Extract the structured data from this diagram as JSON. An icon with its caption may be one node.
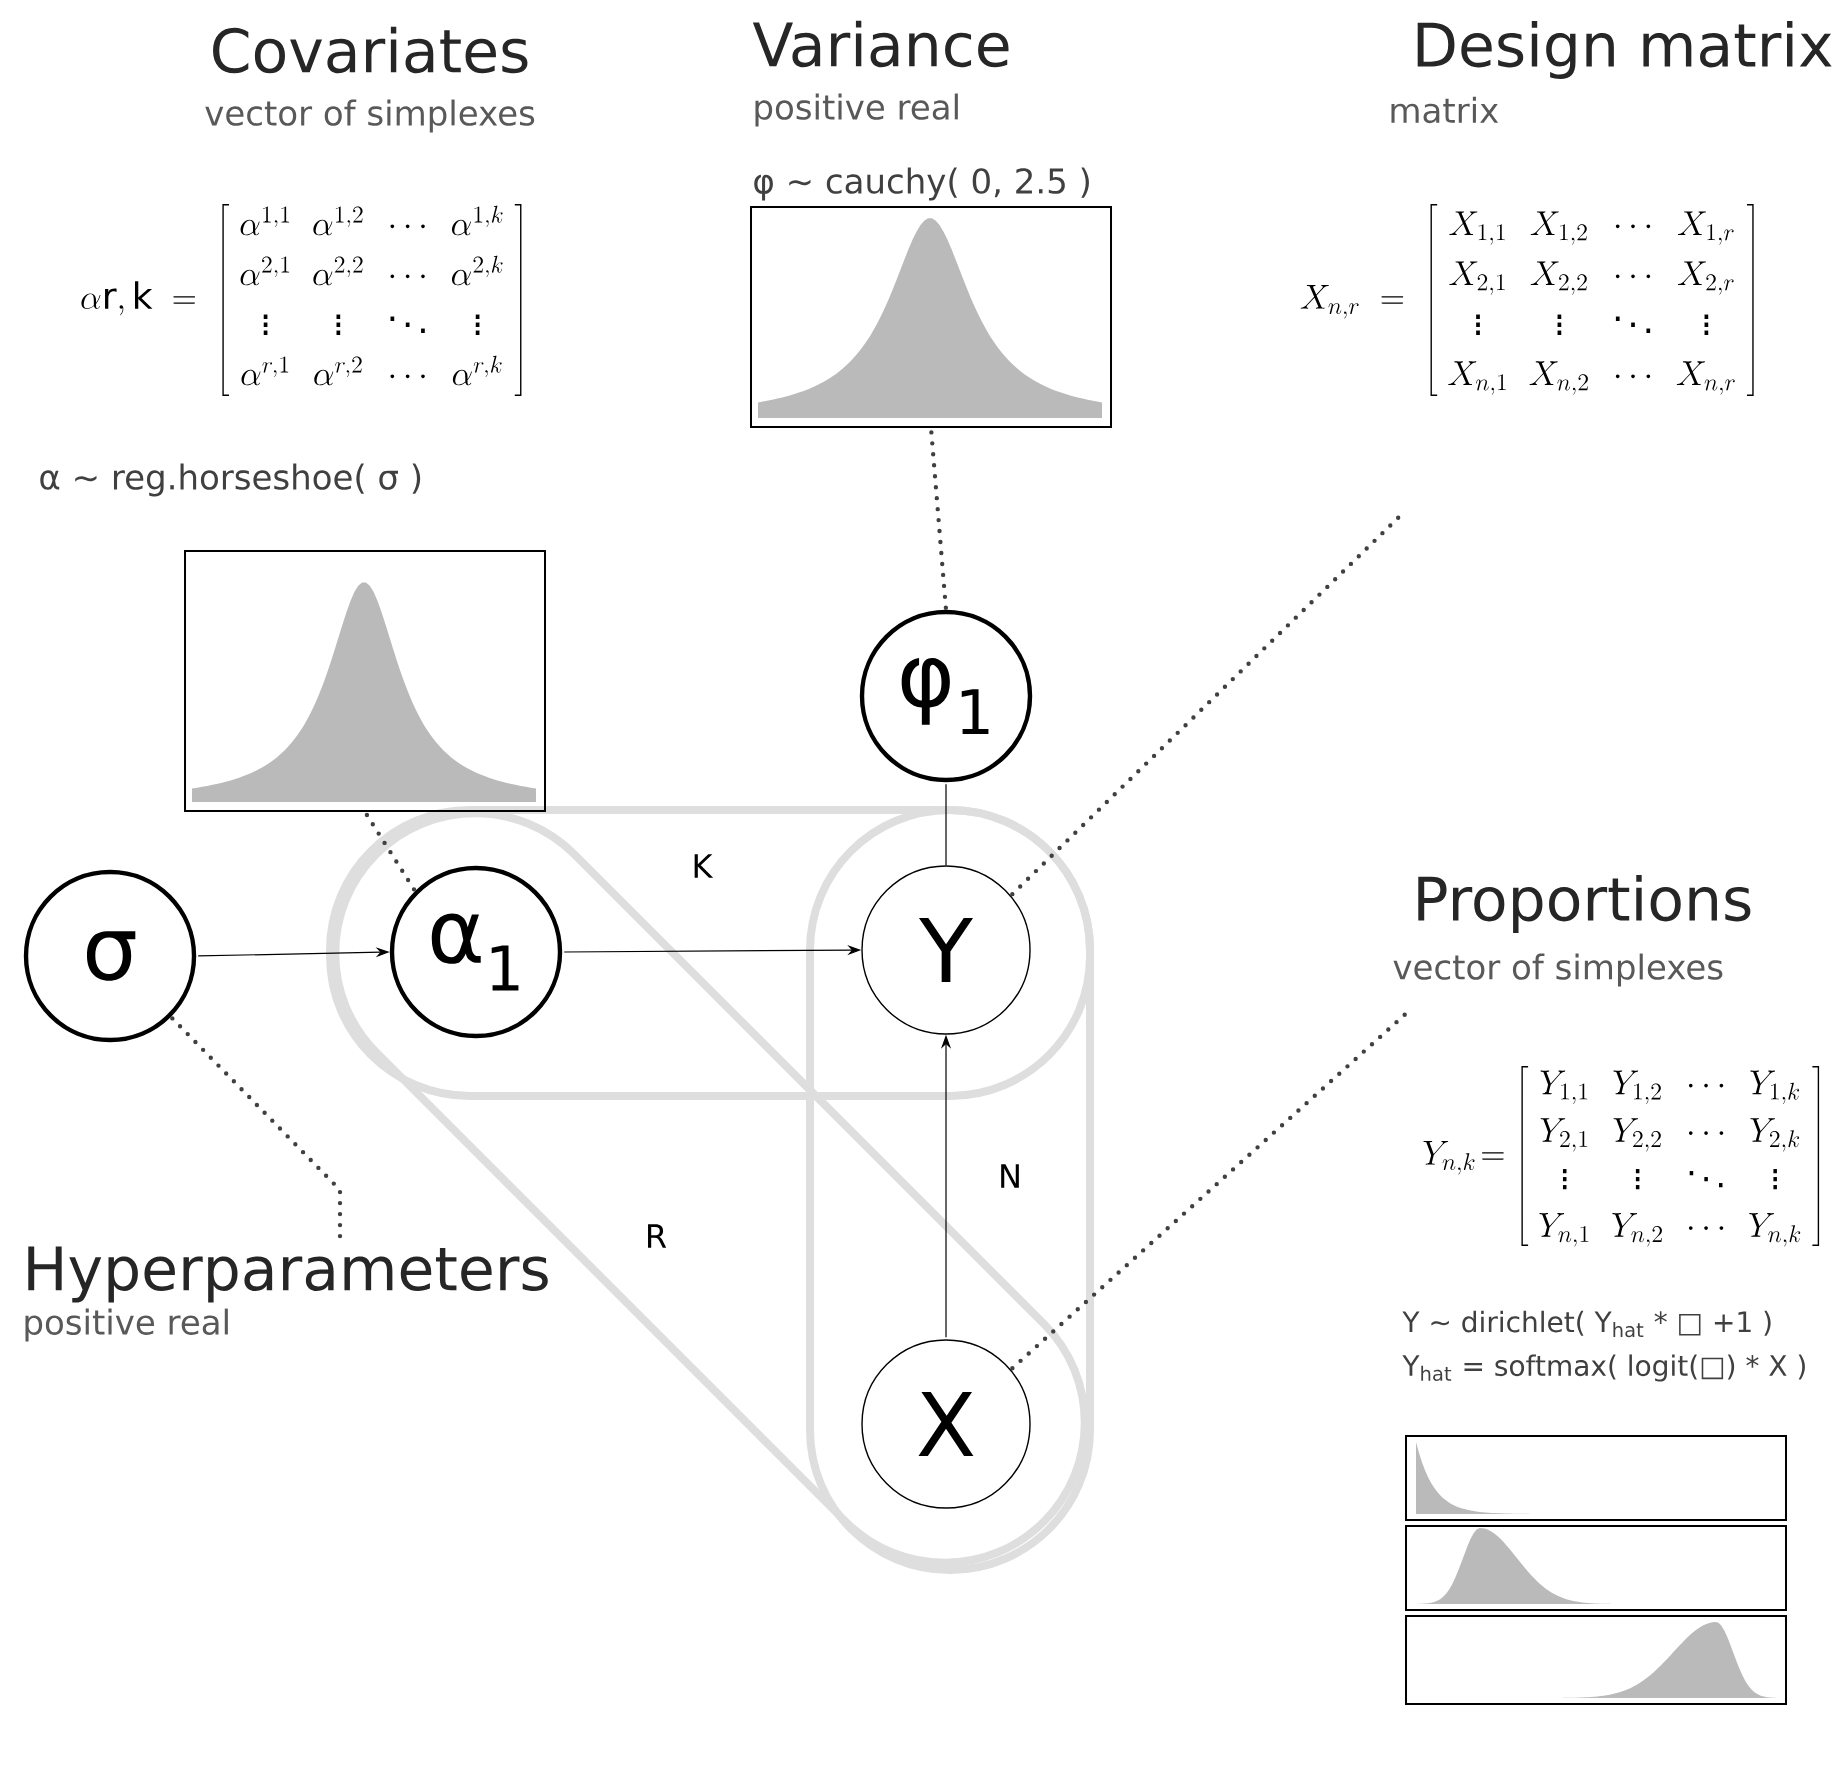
{
  "diagram": {
    "nodes": [
      {
        "text": [
          "σ"
        ]
      },
      {
        "text": [
          "α$_{1}$"
        ]
      },
      {
        "text": [
          "φ$_{1}$"
        ]
      },
      {
        "text": [
          "Y"
        ]
      },
      {
        "text": [
          "X"
        ]
      },
      {
        "text": [
          "Hyperparameters",
          "positive real"
        ]
      },
      {
        "text": [],
        "shape": "picture",
        "beside": [
          "α ~ reg.horseshoe( σ )"
        ]
      },
      {
        "text": [],
        "shape": "picture",
        "beside": [
          "φ ~ cauchy( 0, 2.5 )"
        ]
      }
    ],
    "edges": [
      {
        "from": 0,
        "to": 1,
        "arrow": "to"
      },
      {
        "from": 1,
        "to": 3,
        "arrow": "to"
      },
      {
        "from": 4,
        "to": 3,
        "arrow": "to"
      },
      {
        "from": 2,
        "to": 3,
        "arrow": "none"
      },
      {
        "from": 0,
        "to": 5,
        "arrow": "none",
        "style": "dashed"
      },
      {
        "from": 1,
        "to": 6,
        "arrow": "none",
        "style": "dashed"
      },
      {
        "from": 2,
        "to": 7,
        "arrow": "none",
        "style": "dashed"
      },
      {
        "from": 3,
        "to": null,
        "arrow": "none",
        "style": "dashed"
      },
      {
        "from": 4,
        "to": null,
        "arrow": "none",
        "style": "dashed"
      }
    ],
    "labels": [
      "Covariates",
      "vector of simplexes",
      "\\alpha\\mathrm{r,k}\\;=\\;\\left[\\begin{array}{cccc}\\alpha^{1,1} & \\alpha^{1,2} & \\cdots & \\alpha^{1,k}\\\\ \\alpha^{2,1} & \\alpha^{2,2} & \\cdots & \\alpha^{2,k}\\\\ \\vdots & \\vdots & \\ddots & \\vdots\\\\ \\alpha^{r,1} & \\alpha^{r,2} & \\cdots & \\alpha^{r,k}\\end{array}\\right]",
      "Variance",
      "positive real",
      "Design matrix",
      "matrix",
      "X_{n,r}\\;=\\;\\left[\\begin{array}{cccc}X_{1,1} & X_{1,2} & \\cdots & X_{1,r}\\\\ X_{2,1} & X_{2,2} & \\cdots & X_{2,r}\\\\ \\vdots & \\vdots & \\ddots & \\vdots\\\\ X_{n,1} & X_{n,2} & \\cdots & X_{n,r}\\end{array}\\right]",
      "K",
      "Proportions",
      "vector of simplexes",
      "Y_{n,k}\\!=\\left[\\begin{array}{cccc}Y_{1,1} & Y_{1,2} & \\cdots & Y_{1,k}\\\\ Y_{2,1} & Y_{2,2} & \\cdots & Y_{2,k}\\\\ \\vdots & \\vdots & \\ddots & \\vdots\\\\ Y_{n,1} & Y_{n,2} & \\cdots & Y_{n,k}\\end{array}\\right]",
      "N",
      "R",
      "Y ~ dirichlet( Y$_{hat}$ * □ +1 )",
      "Y$_{hat}$ = softmax( logit(□) * X )"
    ]
  }
}
